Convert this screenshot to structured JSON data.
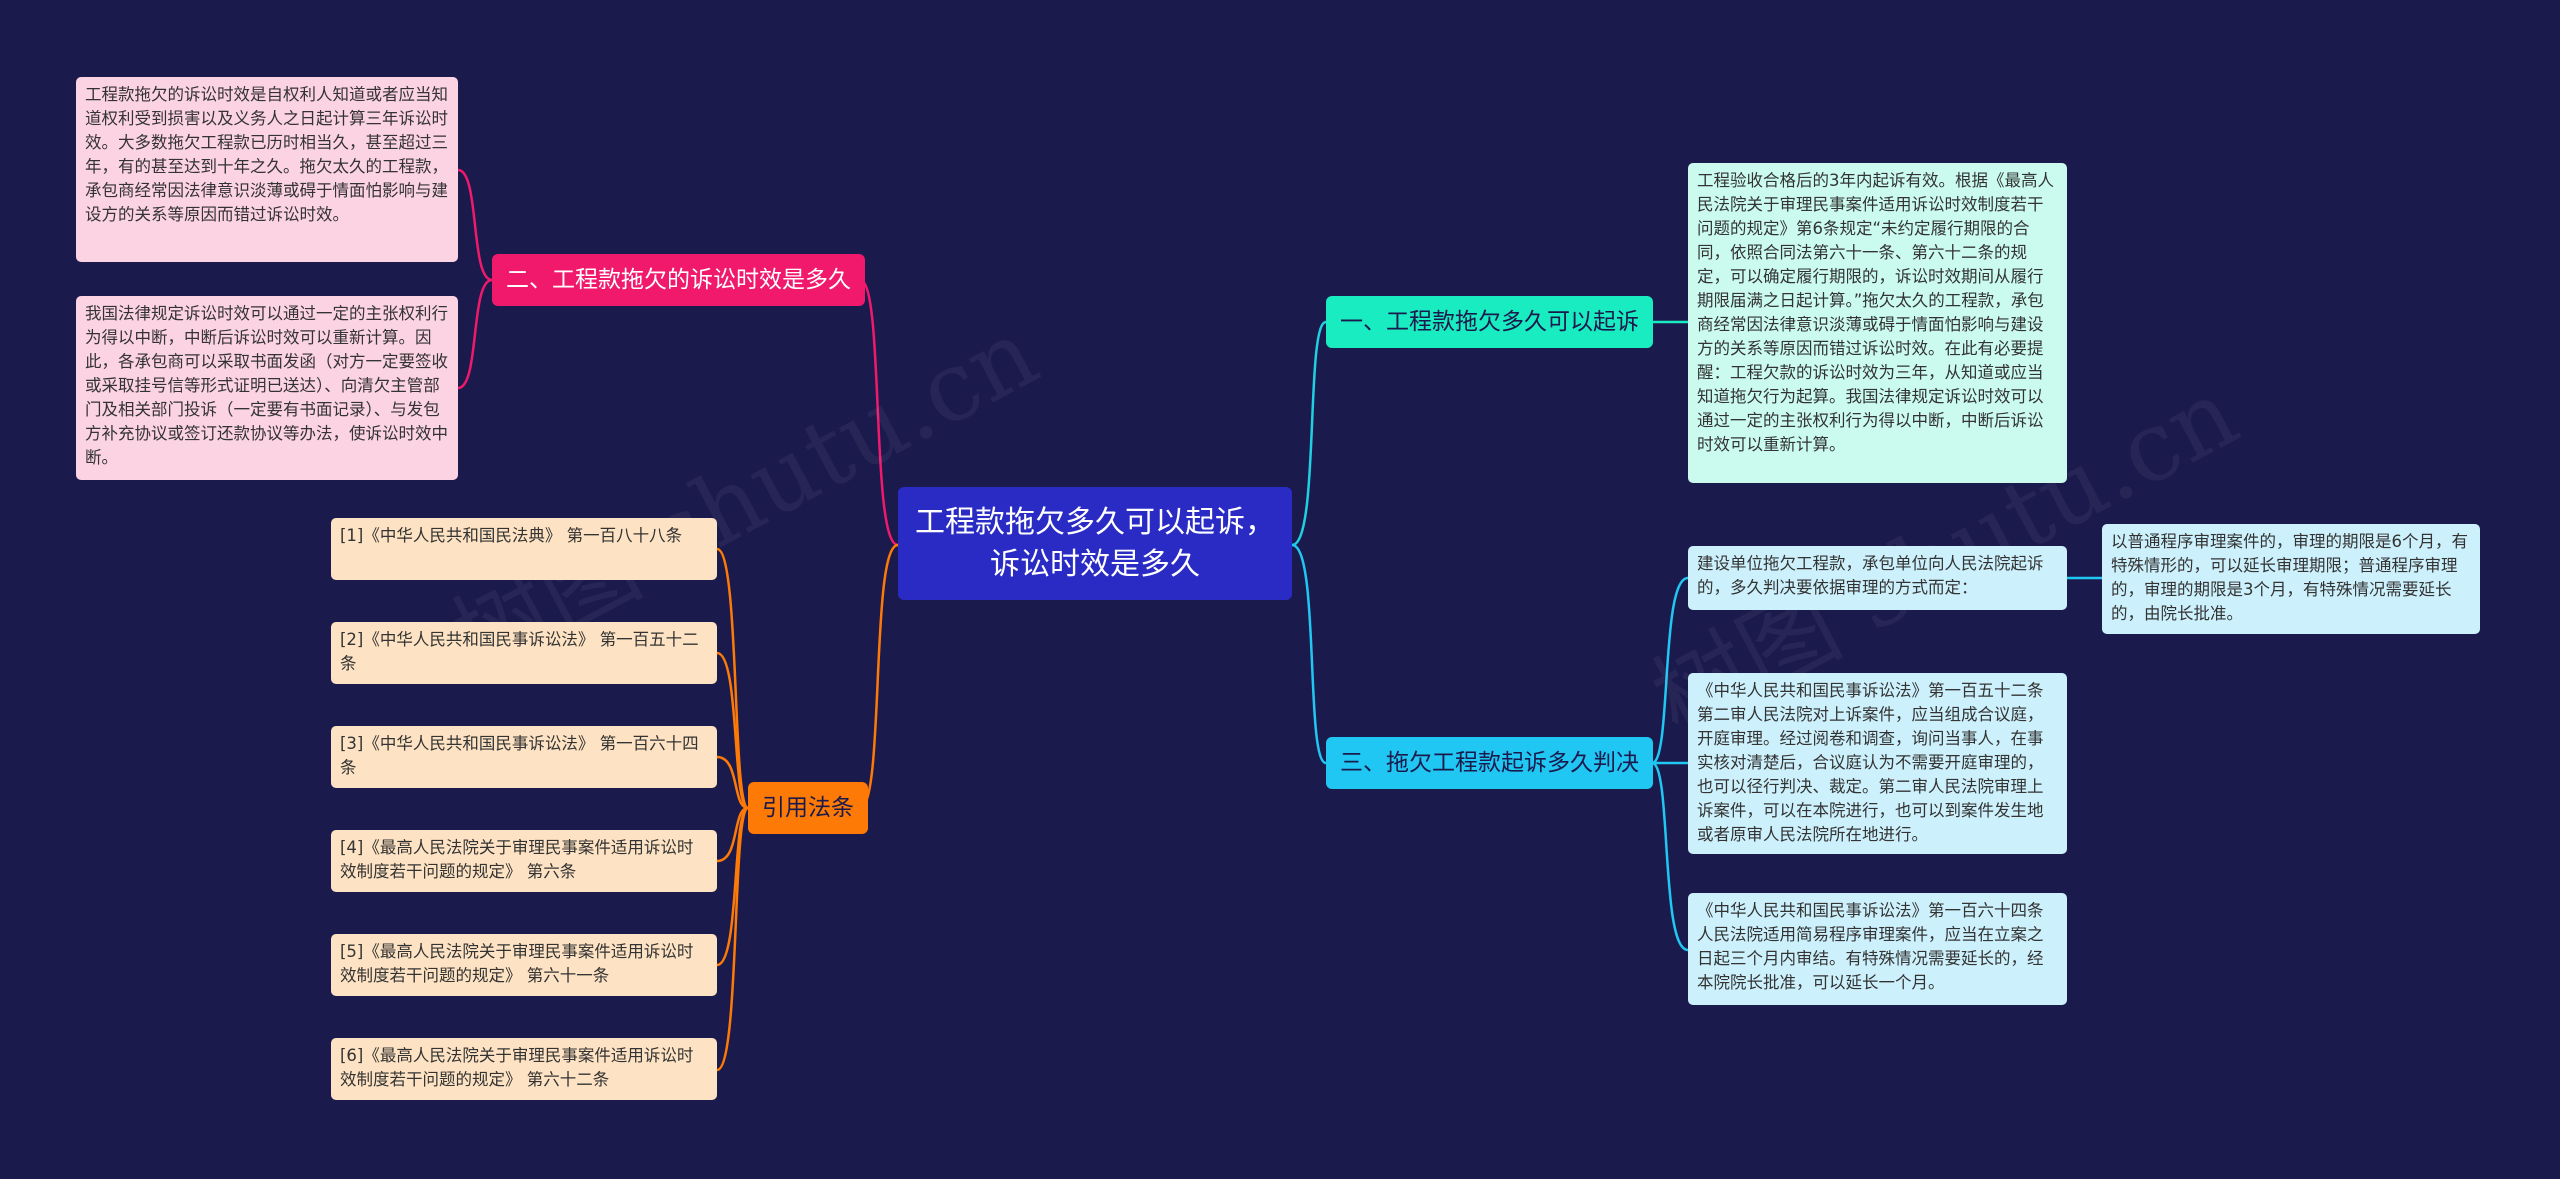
{
  "root": {
    "label": "工程款拖欠多久可以起诉，诉讼时效是多久"
  },
  "branches": {
    "b1": {
      "label": "二、工程款拖欠的诉讼时效是多久",
      "leaves": [
        "工程款拖欠的诉讼时效是自权利人知道或者应当知道权利受到损害以及义务人之日起计算三年诉讼时效。大多数拖欠工程款已历时相当久，甚至超过三年，有的甚至达到十年之久。拖欠太久的工程款，承包商经常因法律意识淡薄或碍于情面怕影响与建设方的关系等原因而错过诉讼时效。",
        "我国法律规定诉讼时效可以通过一定的主张权利行为得以中断，中断后诉讼时效可以重新计算。因此，各承包商可以采取书面发函（对方一定要签收或采取挂号信等形式证明已送达）、向清欠主管部门及相关部门投诉（一定要有书面记录）、与发包方补充协议或签订还款协议等办法，使诉讼时效中断。"
      ]
    },
    "b2": {
      "label": "引用法条",
      "leaves": [
        "[1]《中华人民共和国民法典》 第一百八十八条",
        "[2]《中华人民共和国民事诉讼法》 第一百五十二条",
        "[3]《中华人民共和国民事诉讼法》 第一百六十四条",
        "[4]《最高人民法院关于审理民事案件适用诉讼时效制度若干问题的规定》 第六条",
        "[5]《最高人民法院关于审理民事案件适用诉讼时效制度若干问题的规定》 第六十一条",
        "[6]《最高人民法院关于审理民事案件适用诉讼时效制度若干问题的规定》 第六十二条"
      ]
    },
    "b3": {
      "label": "一、工程款拖欠多久可以起诉",
      "leaves": [
        "工程验收合格后的3年内起诉有效。根据《最高人民法院关于审理民事案件适用诉讼时效制度若干问题的规定》第6条规定“未约定履行期限的合同，依照合同法第六十一条、第六十二条的规定，可以确定履行期限的，诉讼时效期间从履行期限届满之日起计算。”拖欠太久的工程款，承包商经常因法律意识淡薄或碍于情面怕影响与建设方的关系等原因而错过诉讼时效。在此有必要提醒：工程欠款的诉讼时效为三年，从知道或应当知道拖欠行为起算。我国法律规定诉讼时效可以通过一定的主张权利行为得以中断，中断后诉讼时效可以重新计算。"
      ]
    },
    "b4": {
      "label": "三、拖欠工程款起诉多久判决",
      "leaves": [
        "建设单位拖欠工程款，承包单位向人民法院起诉的，多久判决要依据审理的方式而定：",
        "《中华人民共和国民事诉讼法》第一百五十二条第二审人民法院对上诉案件，应当组成合议庭，开庭审理。经过阅卷和调查，询问当事人，在事实核对清楚后，合议庭认为不需要开庭审理的，也可以径行判决、裁定。第二审人民法院审理上诉案件，可以在本院进行，也可以到案件发生地或者原审人民法院所在地进行。",
        "《中华人民共和国民事诉讼法》第一百六十四条人民法院适用简易程序审理案件，应当在立案之日起三个月内审结。有特殊情况需要延长的，经本院院长批准，可以延长一个月。"
      ],
      "sub": "以普通程序审理案件的，审理的期限是6个月，有特殊情形的，可以延长审理期限；普通程序审理的，审理的期限是3个月，有特殊情况需要延长的，由院长批准。"
    }
  },
  "colors": {
    "background": "#1b1a4d",
    "root": "#2a2bc4",
    "pink": "#f0196c",
    "orange": "#fd7a06",
    "teal": "#19ecc0",
    "cyan": "#1fc7f2"
  }
}
